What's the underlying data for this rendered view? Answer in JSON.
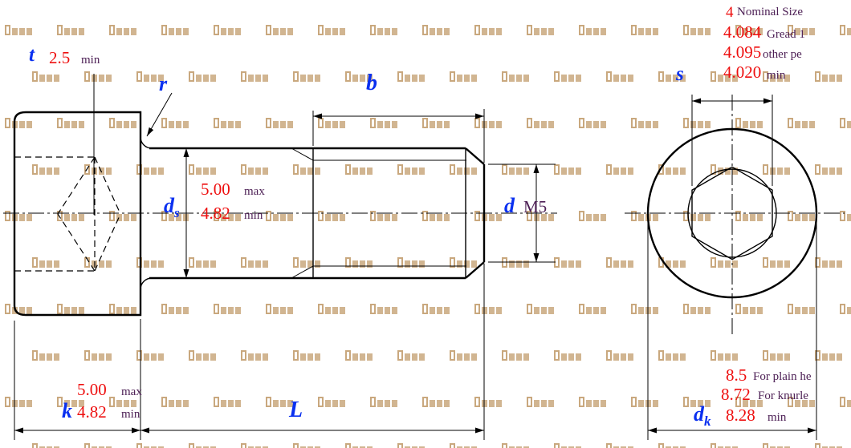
{
  "side_view": {
    "t": {
      "label": "t",
      "value": "2.5",
      "tag": "min"
    },
    "r": {
      "label": "r"
    },
    "b": {
      "label": "b"
    },
    "ds": {
      "label": "d",
      "sub": "s",
      "max": "5.00",
      "max_tag": "max",
      "min": "4.82",
      "min_tag": "min"
    },
    "d": {
      "label": "d",
      "value": "M5"
    },
    "k": {
      "label": "k",
      "max": "5.00",
      "max_tag": "max",
      "min": "4.82",
      "min_tag": "min"
    },
    "L": {
      "label": "L"
    }
  },
  "end_view": {
    "nominal": {
      "value": "4",
      "text": "Nominal Size"
    },
    "s1": {
      "value": "4.084",
      "text": "Gread 1"
    },
    "s2": {
      "value": "4.095",
      "text": "other pe"
    },
    "s": {
      "label": "s",
      "value": "4.020",
      "tag": "min"
    },
    "dk1": {
      "value": "8.5",
      "text": "For plain he"
    },
    "dk2": {
      "value": "8.72",
      "text": "For knurle"
    },
    "dk": {
      "label": "d",
      "sub": "k",
      "value": "8.28",
      "tag": "min"
    }
  },
  "colors": {
    "label_blue": "#0a30f0",
    "value_red": "#ee0f0f",
    "annotation": "#4e2156",
    "line": "#000000"
  },
  "watermark": {
    "color": "#c9a87e"
  }
}
